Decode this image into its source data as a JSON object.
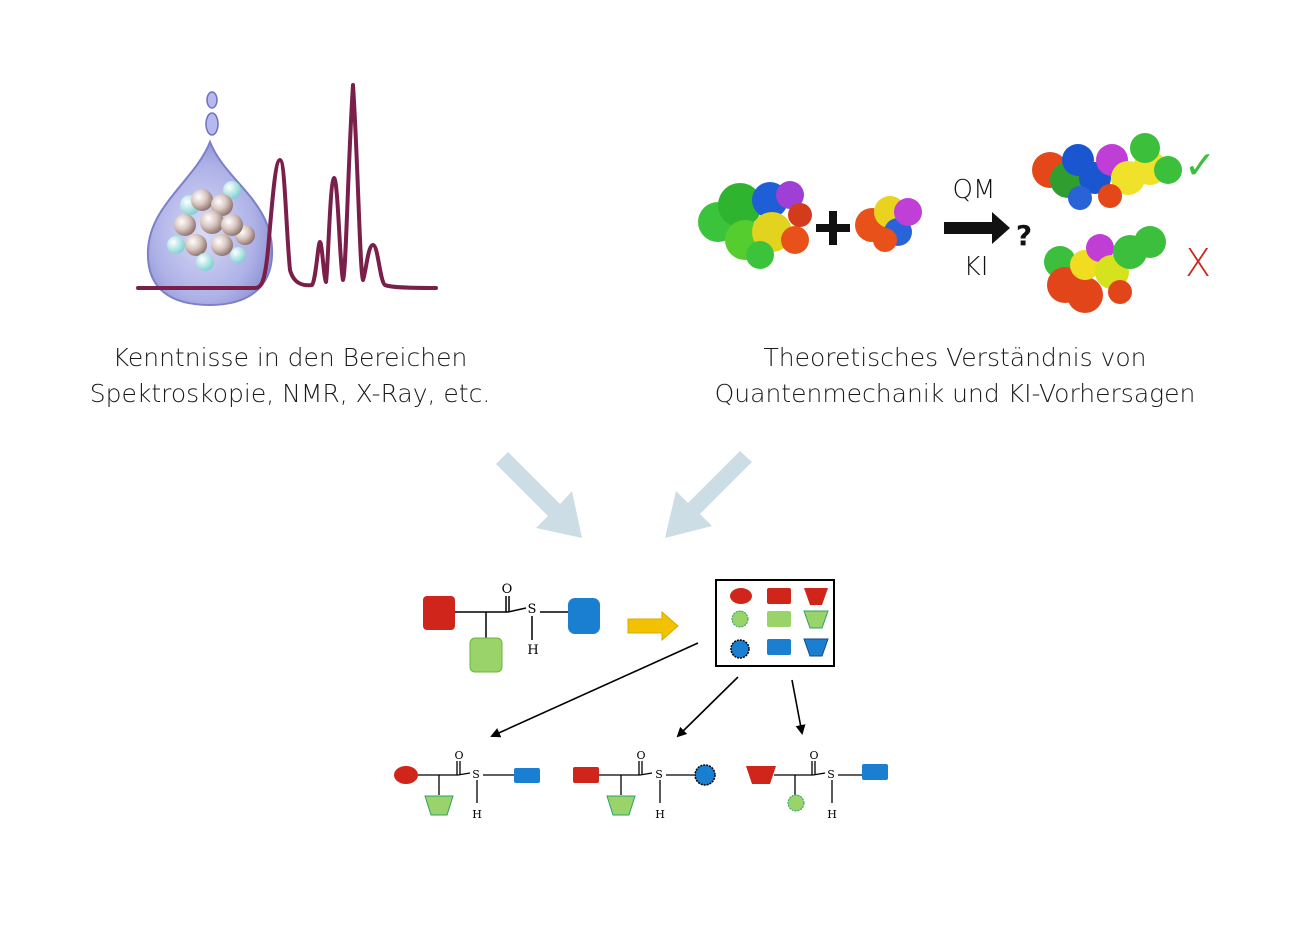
{
  "captions": {
    "left": [
      "Kenntnisse in den Bereichen",
      "Spektroskopie, NMR, X-Ray, etc."
    ],
    "right": [
      "Theoretisches Verständnis von",
      "Quantenmechanik und KI-Vorhersagen"
    ]
  },
  "reaction": {
    "method_top": "QM",
    "method_bottom": "KI",
    "unknown": "?",
    "good_mark": "✓",
    "bad_mark": "X"
  },
  "atoms": {
    "O": "O",
    "S": "S",
    "H": "H"
  },
  "colors": {
    "spectrum": "#7a1e4a",
    "drop": "#8e92d6",
    "arrow_big": "#cddde6",
    "red": "#d0251a",
    "green": "#9ad36a",
    "blue": "#1a7fd0",
    "yellow": "#f2c200",
    "check": "#3cbf3c",
    "cross": "#c8281e"
  }
}
